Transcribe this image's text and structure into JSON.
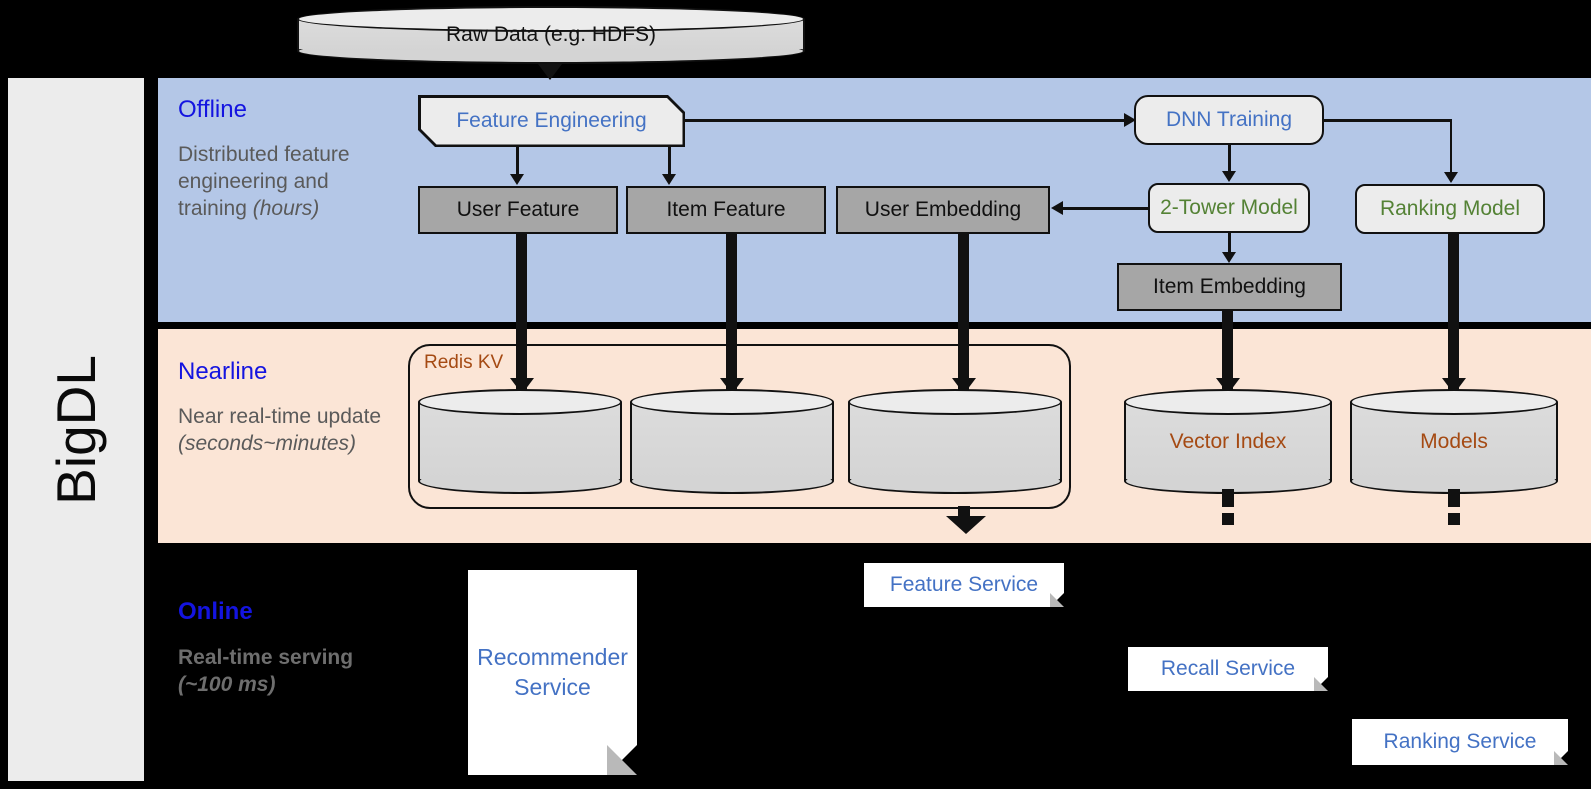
{
  "sidebar": {
    "label": "BigDL"
  },
  "source": {
    "raw_data_label": "Raw Data (e.g. HDFS)"
  },
  "bands": {
    "offline": {
      "title": "Offline",
      "subtitle_main": "Distributed feature engineering and training ",
      "subtitle_italic": "(hours)",
      "bg_color": "#b4c7e7",
      "title_color": "#1414e0"
    },
    "nearline": {
      "title": "Nearline",
      "subtitle_main": "Near real-time update ",
      "subtitle_italic": "(seconds~minutes)",
      "bg_color": "#fbe5d6",
      "title_color": "#1414e0"
    },
    "online": {
      "title": "Online",
      "subtitle_main": "Real-time serving ",
      "subtitle_italic": "(~100 ms)",
      "bg_color": "#000000",
      "title_color": "#1414e0"
    }
  },
  "offline": {
    "feature_engineering": "Feature Engineering",
    "dnn_training": "DNN Training",
    "user_feature": "User Feature",
    "item_feature": "Item Feature",
    "user_embedding": "User Embedding",
    "two_tower_model": "2-Tower Model",
    "ranking_model": "Ranking Model",
    "item_embedding": "Item Embedding",
    "model_text_color": "#548235",
    "process_text_color": "#4472c4",
    "store_fill": "#a6a6a6"
  },
  "nearline": {
    "redis_kv_label": "Redis KV",
    "redis_label_color": "#a54a13",
    "cylinders": [
      {
        "label": ""
      },
      {
        "label": ""
      },
      {
        "label": ""
      }
    ],
    "vector_index": "Vector Index",
    "models": "Models"
  },
  "online": {
    "recommender_service": "Recommender\nService",
    "feature_service": "Feature Service",
    "recall_service": "Recall Service",
    "ranking_service": "Ranking Service",
    "service_text_color": "#4472c4"
  }
}
